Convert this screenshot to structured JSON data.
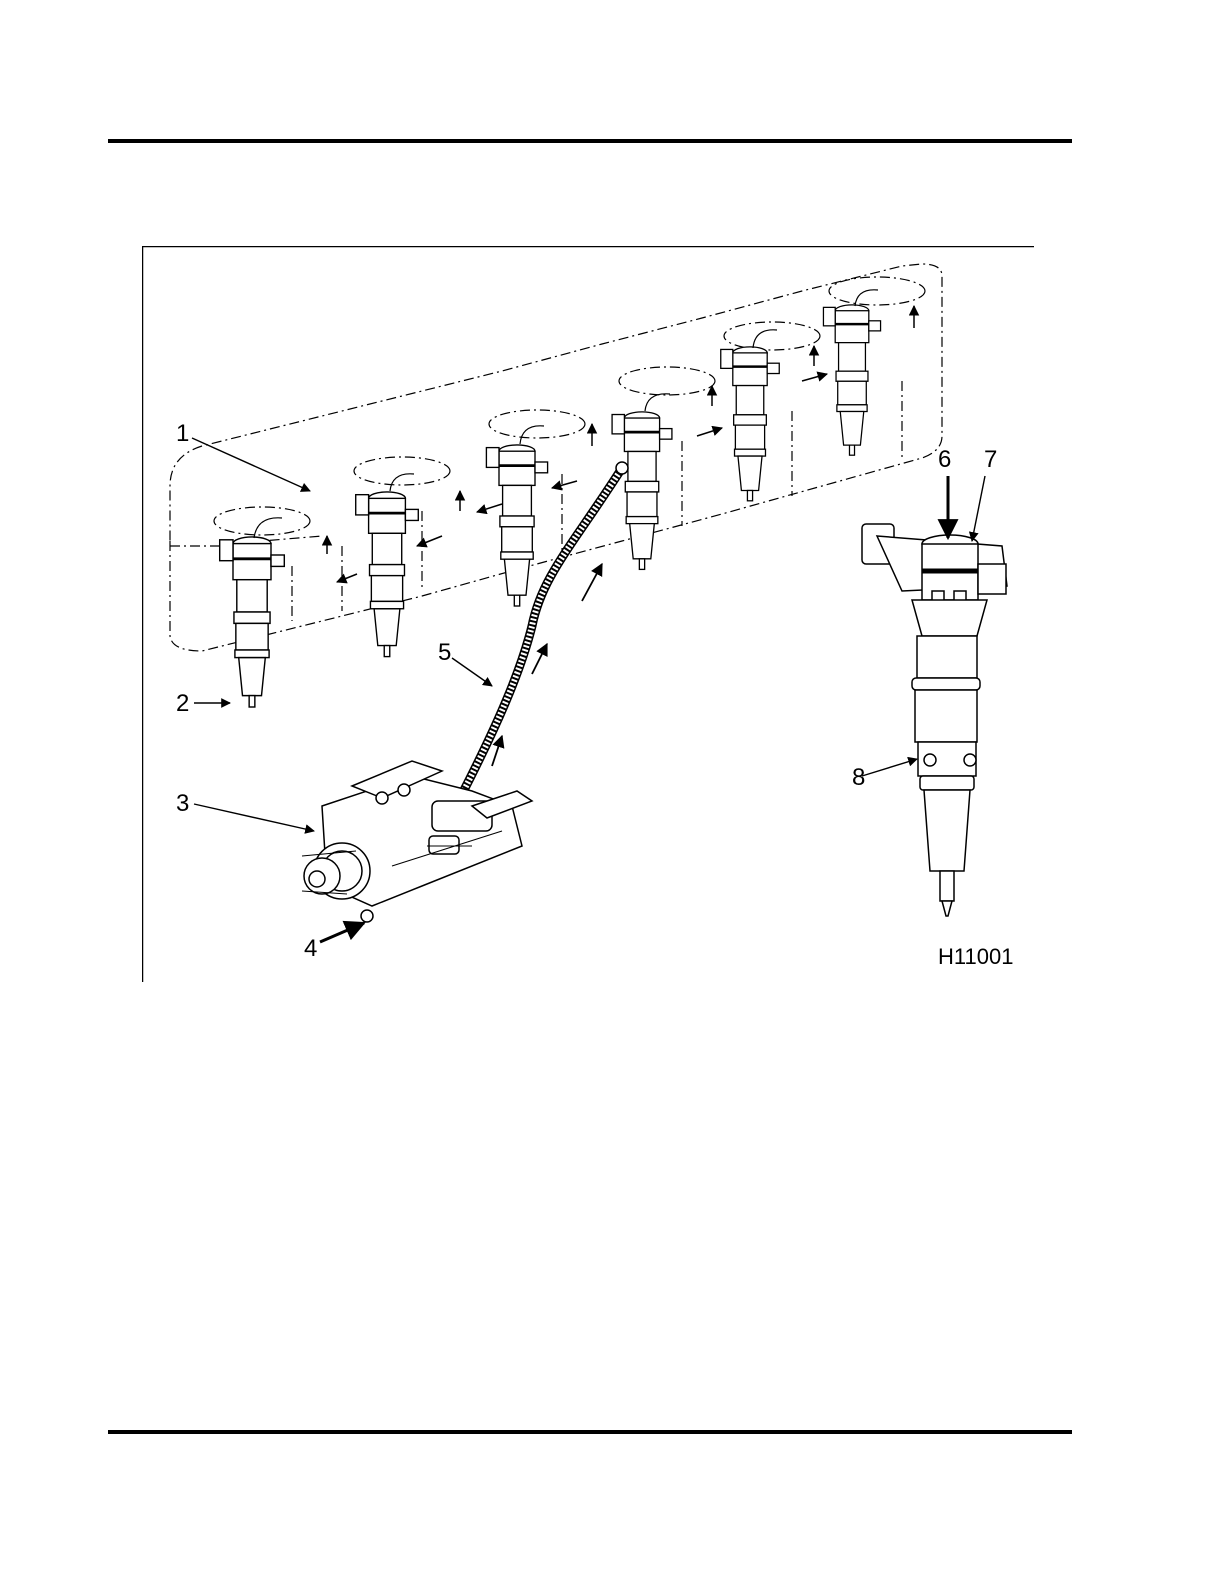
{
  "figure": {
    "id_label": "H11001",
    "callouts": [
      "1",
      "2",
      "3",
      "4",
      "5",
      "6",
      "7",
      "8"
    ]
  }
}
